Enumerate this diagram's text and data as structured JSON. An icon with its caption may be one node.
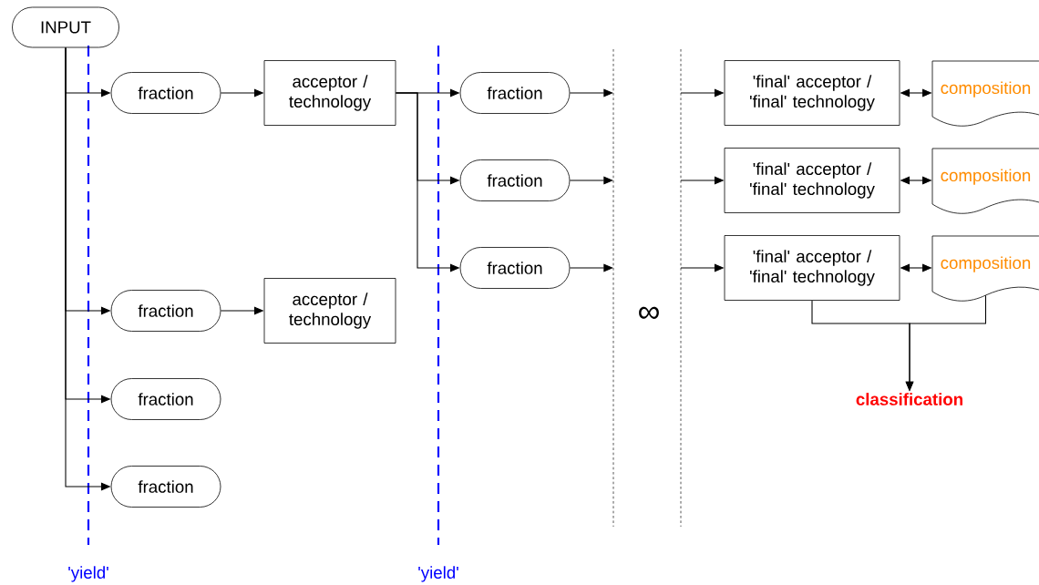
{
  "diagram": {
    "nodes": [
      {
        "text": [
          "INPUT"
        ]
      },
      {
        "text": [
          "fraction"
        ]
      },
      {
        "text": [
          "acceptor / technology"
        ]
      },
      {
        "text": [
          "fraction"
        ]
      },
      {
        "text": [
          "acceptor / technology"
        ]
      },
      {
        "text": [
          "fraction"
        ]
      },
      {
        "text": [
          "fraction"
        ]
      },
      {
        "text": [
          "fraction"
        ]
      },
      {
        "text": [
          "fraction"
        ]
      },
      {
        "text": [
          "fraction"
        ]
      },
      {
        "text": [
          "'final' acceptor / 'final' technology"
        ]
      },
      {
        "text": [
          "'final' acceptor / 'final' technology"
        ]
      },
      {
        "text": [
          "'final' acceptor / 'final' technology"
        ]
      },
      {
        "text": [
          "composition"
        ]
      },
      {
        "text": [
          "composition"
        ]
      },
      {
        "text": [
          "composition"
        ]
      },
      {
        "text": [
          "classification"
        ]
      }
    ],
    "edges": [
      {
        "from": 0,
        "to": 1,
        "arrow": "to"
      },
      {
        "from": 0,
        "to": 3,
        "arrow": "to"
      },
      {
        "from": 0,
        "to": 5,
        "arrow": "to"
      },
      {
        "from": 0,
        "to": 6,
        "arrow": "to"
      },
      {
        "from": 1,
        "to": 2,
        "arrow": "to"
      },
      {
        "from": 3,
        "to": 4,
        "arrow": "to"
      },
      {
        "from": 2,
        "to": 7,
        "arrow": "to"
      },
      {
        "from": 2,
        "to": 8,
        "arrow": "to"
      },
      {
        "from": 2,
        "to": 9,
        "arrow": "to"
      },
      {
        "from": 7,
        "to": null,
        "arrow": "to"
      },
      {
        "from": 8,
        "to": null,
        "arrow": "to"
      },
      {
        "from": 9,
        "to": null,
        "arrow": "to"
      },
      {
        "from": null,
        "to": 10,
        "arrow": "to"
      },
      {
        "from": null,
        "to": 11,
        "arrow": "to"
      },
      {
        "from": null,
        "to": 12,
        "arrow": "to"
      },
      {
        "from": 10,
        "to": 13,
        "arrow": "both"
      },
      {
        "from": 11,
        "to": 14,
        "arrow": "both"
      },
      {
        "from": 12,
        "to": 15,
        "arrow": "both"
      },
      {
        "from": 12,
        "to": 16,
        "arrow": "to"
      },
      {
        "from": 15,
        "to": 16,
        "arrow": "to"
      }
    ],
    "labels": [
      "∞",
      "'yield'",
      "'yield'"
    ]
  }
}
